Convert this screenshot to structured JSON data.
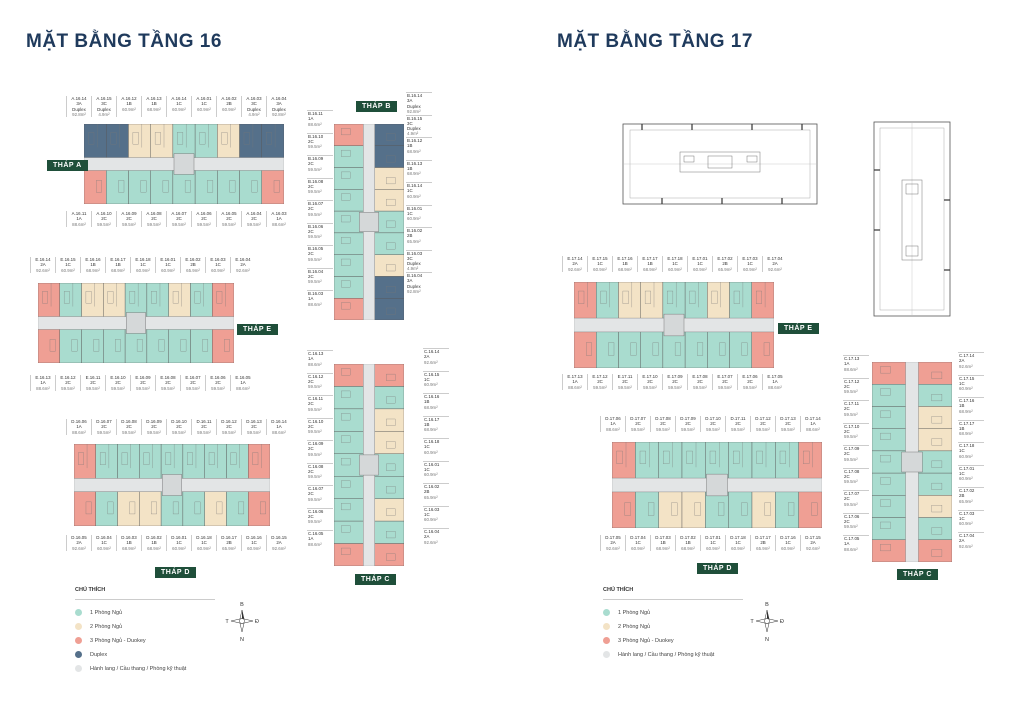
{
  "floor16": {
    "title": "MẶT BẰNG TẦNG 16",
    "towers": {
      "a": "THÁP A",
      "b": "THÁP B",
      "c": "THÁP C",
      "d": "THÁP D",
      "e": "THÁP E"
    },
    "legend": {
      "title": "CHÚ THÍCH",
      "items": [
        {
          "label": "1 Phòng Ngủ",
          "color": "#a9dccf"
        },
        {
          "label": "2 Phòng Ngủ",
          "color": "#f3e3c6"
        },
        {
          "label": "3 Phòng Ngủ - Duokey",
          "color": "#ef9f94"
        },
        {
          "label": "Duplex",
          "color": "#55708a"
        },
        {
          "label": "Hành lang / Cầu thang / Phòng kỹ thuật",
          "color": "#e3e5e6"
        }
      ]
    },
    "compass": {
      "n": "B",
      "s": "N",
      "e": "Đ",
      "w": "T"
    },
    "a_top": [
      {
        "code": "A.16.14",
        "type": "3A",
        "extra": "Duplex",
        "area": "92.8m²"
      },
      {
        "code": "A.16.15",
        "type": "3C",
        "extra": "Duplex",
        "area": "4.9m²"
      },
      {
        "code": "A.16.12",
        "type": "1B",
        "extra": "",
        "area": "60.9m²"
      },
      {
        "code": "A.16.13",
        "type": "1B",
        "extra": "",
        "area": "68.9m²"
      },
      {
        "code": "A.16.14",
        "type": "1C",
        "extra": "",
        "area": "60.9m²"
      },
      {
        "code": "A.16.01",
        "type": "1C",
        "extra": "",
        "area": "60.9m²"
      },
      {
        "code": "A.16.02",
        "type": "2B",
        "extra": "",
        "area": "60.9m²"
      },
      {
        "code": "A.16.03",
        "type": "3C",
        "extra": "Duplex",
        "area": "4.9m²"
      },
      {
        "code": "A.16.04",
        "type": "3A",
        "extra": "Duplex",
        "area": "92.8m²"
      }
    ],
    "a_bottom": [
      {
        "code": "A.16.11",
        "type": "1A",
        "area": "88.6m²"
      },
      {
        "code": "A.16.10",
        "type": "2C",
        "area": "59.5m²"
      },
      {
        "code": "A.16.09",
        "type": "2C",
        "area": "59.5m²"
      },
      {
        "code": "A.16.08",
        "type": "2C",
        "area": "59.5m²"
      },
      {
        "code": "A.16.07",
        "type": "2C",
        "area": "59.5m²"
      },
      {
        "code": "A.16.06",
        "type": "2C",
        "area": "59.5m²"
      },
      {
        "code": "A.16.05",
        "type": "2C",
        "area": "59.5m²"
      },
      {
        "code": "A.16.04",
        "type": "2C",
        "area": "59.5m²"
      },
      {
        "code": "A.16.03",
        "type": "1A",
        "area": "88.6m²"
      }
    ],
    "e_top": [
      {
        "code": "E.16.14",
        "type": "2A",
        "area": "92.6m²"
      },
      {
        "code": "E.16.15",
        "type": "1C",
        "area": "60.9m²"
      },
      {
        "code": "E.16.16",
        "type": "1B",
        "area": "68.9m²"
      },
      {
        "code": "E.16.17",
        "type": "1B",
        "area": "68.9m²"
      },
      {
        "code": "E.16.18",
        "type": "1C",
        "area": "60.9m²"
      },
      {
        "code": "E.16.01",
        "type": "1C",
        "area": "60.9m²"
      },
      {
        "code": "E.16.02",
        "type": "2B",
        "area": "65.9m²"
      },
      {
        "code": "E.16.03",
        "type": "1C",
        "area": "60.9m²"
      },
      {
        "code": "E.16.04",
        "type": "2A",
        "area": "92.6m²"
      }
    ],
    "e_bottom": [
      {
        "code": "E.16.13",
        "type": "1A",
        "area": "88.6m²"
      },
      {
        "code": "E.16.12",
        "type": "2C",
        "area": "59.5m²"
      },
      {
        "code": "E.16.11",
        "type": "2C",
        "area": "59.5m²"
      },
      {
        "code": "E.16.10",
        "type": "2C",
        "area": "59.5m²"
      },
      {
        "code": "E.16.09",
        "type": "2C",
        "area": "59.5m²"
      },
      {
        "code": "E.16.08",
        "type": "2C",
        "area": "59.5m²"
      },
      {
        "code": "E.16.07",
        "type": "2C",
        "area": "59.5m²"
      },
      {
        "code": "E.16.06",
        "type": "2C",
        "area": "59.5m²"
      },
      {
        "code": "E.16.05",
        "type": "1A",
        "area": "88.6m²"
      }
    ],
    "d_top": [
      {
        "code": "D.16.06",
        "type": "1A",
        "area": "88.6m²"
      },
      {
        "code": "D.16.07",
        "type": "2C",
        "area": "59.5m²"
      },
      {
        "code": "D.16.08",
        "type": "2C",
        "area": "59.5m²"
      },
      {
        "code": "D.16.09",
        "type": "2C",
        "area": "59.5m²"
      },
      {
        "code": "D.16.10",
        "type": "2C",
        "area": "59.5m²"
      },
      {
        "code": "D.16.11",
        "type": "2C",
        "area": "59.5m²"
      },
      {
        "code": "D.16.12",
        "type": "2C",
        "area": "59.5m²"
      },
      {
        "code": "D.16.13",
        "type": "2C",
        "area": "59.5m²"
      },
      {
        "code": "D.16.14",
        "type": "1A",
        "area": "88.6m²"
      }
    ],
    "d_bottom": [
      {
        "code": "D.16.05",
        "type": "2A",
        "area": "92.6m²"
      },
      {
        "code": "D.16.04",
        "type": "1C",
        "area": "60.9m²"
      },
      {
        "code": "D.16.03",
        "type": "1B",
        "area": "68.9m²"
      },
      {
        "code": "D.16.02",
        "type": "1B",
        "area": "68.9m²"
      },
      {
        "code": "D.16.01",
        "type": "1C",
        "area": "60.9m²"
      },
      {
        "code": "D.16.18",
        "type": "1C",
        "area": "60.9m²"
      },
      {
        "code": "D.16.17",
        "type": "2B",
        "area": "65.9m²"
      },
      {
        "code": "D.16.16",
        "type": "1C",
        "area": "60.9m²"
      },
      {
        "code": "D.16.15",
        "type": "2A",
        "area": "92.6m²"
      }
    ],
    "b_left": [
      {
        "code": "B.16.11",
        "type": "1A",
        "area": "88.6m²"
      },
      {
        "code": "B.16.10",
        "type": "2C",
        "area": "59.5m²"
      },
      {
        "code": "B.16.09",
        "type": "2C",
        "area": "59.5m²"
      },
      {
        "code": "B.16.08",
        "type": "2C",
        "area": "59.5m²"
      },
      {
        "code": "B.16.07",
        "type": "2C",
        "area": "59.5m²"
      },
      {
        "code": "B.16.06",
        "type": "2C",
        "area": "59.5m²"
      },
      {
        "code": "B.16.05",
        "type": "2C",
        "area": "59.5m²"
      },
      {
        "code": "B.16.04",
        "type": "2C",
        "area": "59.5m²"
      },
      {
        "code": "B.16.03",
        "type": "1A",
        "area": "88.6m²"
      }
    ],
    "b_right": [
      {
        "code": "B.16.14",
        "type": "3A",
        "extra": "Duplex",
        "area": "92.8m²"
      },
      {
        "code": "B.16.15",
        "type": "3C",
        "extra": "Duplex",
        "area": "4.9m²"
      },
      {
        "code": "B.16.12",
        "type": "1B",
        "extra": "",
        "area": "68.9m²"
      },
      {
        "code": "B.16.13",
        "type": "1B",
        "extra": "",
        "area": "68.9m²"
      },
      {
        "code": "B.16.14",
        "type": "1C",
        "extra": "",
        "area": "60.9m²"
      },
      {
        "code": "B.16.01",
        "type": "1C",
        "extra": "",
        "area": "60.9m²"
      },
      {
        "code": "B.16.02",
        "type": "2B",
        "extra": "",
        "area": "65.9m²"
      },
      {
        "code": "B.16.03",
        "type": "3C",
        "extra": "Duplex",
        "area": "4.9m²"
      },
      {
        "code": "B.16.04",
        "type": "3A",
        "extra": "Duplex",
        "area": "92.8m²"
      }
    ],
    "c_left": [
      {
        "code": "C.16.13",
        "type": "1A",
        "area": "88.6m²"
      },
      {
        "code": "C.16.12",
        "type": "2C",
        "area": "59.5m²"
      },
      {
        "code": "C.16.11",
        "type": "2C",
        "area": "59.5m²"
      },
      {
        "code": "C.16.10",
        "type": "2C",
        "area": "59.5m²"
      },
      {
        "code": "C.16.09",
        "type": "2C",
        "area": "59.5m²"
      },
      {
        "code": "C.16.08",
        "type": "2C",
        "area": "59.5m²"
      },
      {
        "code": "C.16.07",
        "type": "2C",
        "area": "59.5m²"
      },
      {
        "code": "C.16.06",
        "type": "2C",
        "area": "59.5m²"
      },
      {
        "code": "C.16.05",
        "type": "1A",
        "area": "88.6m²"
      }
    ],
    "c_right": [
      {
        "code": "C.16.14",
        "type": "2A",
        "area": "92.6m²"
      },
      {
        "code": "C.16.15",
        "type": "1C",
        "area": "60.9m²"
      },
      {
        "code": "C.16.16",
        "type": "1B",
        "area": "68.9m²"
      },
      {
        "code": "C.16.17",
        "type": "1B",
        "area": "68.9m²"
      },
      {
        "code": "C.16.18",
        "type": "1C",
        "area": "60.9m²"
      },
      {
        "code": "C.16.01",
        "type": "1C",
        "area": "60.9m²"
      },
      {
        "code": "C.16.02",
        "type": "2B",
        "area": "65.9m²"
      },
      {
        "code": "C.16.03",
        "type": "1C",
        "area": "60.9m²"
      },
      {
        "code": "C.16.04",
        "type": "2A",
        "area": "92.6m²"
      }
    ]
  },
  "floor17": {
    "title": "MẶT BẰNG TẦNG 17",
    "towers": {
      "c": "THÁP C",
      "d": "THÁP D",
      "e": "THÁP E"
    },
    "legend": {
      "title": "CHÚ THÍCH",
      "items": [
        {
          "label": "1 Phòng Ngủ",
          "color": "#a9dccf"
        },
        {
          "label": "2 Phòng Ngủ",
          "color": "#f3e3c6"
        },
        {
          "label": "3 Phòng Ngủ - Duokey",
          "color": "#ef9f94"
        },
        {
          "label": "Hành lang / Cầu thang / Phòng kỹ thuật",
          "color": "#e3e5e6"
        }
      ]
    },
    "compass": {
      "n": "B",
      "s": "N",
      "e": "Đ",
      "w": "T"
    },
    "e_top": [
      {
        "code": "E.17.14",
        "type": "2A",
        "area": "92.6m²"
      },
      {
        "code": "E.17.15",
        "type": "1C",
        "area": "60.9m²"
      },
      {
        "code": "E.17.16",
        "type": "1B",
        "area": "68.9m²"
      },
      {
        "code": "E.17.17",
        "type": "1B",
        "area": "68.9m²"
      },
      {
        "code": "E.17.18",
        "type": "1C",
        "area": "60.9m²"
      },
      {
        "code": "E.17.01",
        "type": "1C",
        "area": "60.9m²"
      },
      {
        "code": "E.17.02",
        "type": "2B",
        "area": "65.9m²"
      },
      {
        "code": "E.17.03",
        "type": "1C",
        "area": "60.9m²"
      },
      {
        "code": "E.17.04",
        "type": "2A",
        "area": "92.6m²"
      }
    ],
    "e_bottom": [
      {
        "code": "E.17.13",
        "type": "1A",
        "area": "88.6m²"
      },
      {
        "code": "E.17.12",
        "type": "2C",
        "area": "59.5m²"
      },
      {
        "code": "E.17.11",
        "type": "2C",
        "area": "59.5m²"
      },
      {
        "code": "E.17.10",
        "type": "2C",
        "area": "59.5m²"
      },
      {
        "code": "E.17.09",
        "type": "2C",
        "area": "59.5m²"
      },
      {
        "code": "E.17.08",
        "type": "2C",
        "area": "59.5m²"
      },
      {
        "code": "E.17.07",
        "type": "2C",
        "area": "59.5m²"
      },
      {
        "code": "E.17.06",
        "type": "2C",
        "area": "59.5m²"
      },
      {
        "code": "E.17.05",
        "type": "1A",
        "area": "88.6m²"
      }
    ],
    "d_top": [
      {
        "code": "D.17.06",
        "type": "1A",
        "area": "88.6m²"
      },
      {
        "code": "D.17.07",
        "type": "2C",
        "area": "59.5m²"
      },
      {
        "code": "D.17.08",
        "type": "2C",
        "area": "59.5m²"
      },
      {
        "code": "D.17.09",
        "type": "2C",
        "area": "59.5m²"
      },
      {
        "code": "D.17.10",
        "type": "2C",
        "area": "59.5m²"
      },
      {
        "code": "D.17.11",
        "type": "2C",
        "area": "59.5m²"
      },
      {
        "code": "D.17.12",
        "type": "2C",
        "area": "59.5m²"
      },
      {
        "code": "D.17.13",
        "type": "2C",
        "area": "59.5m²"
      },
      {
        "code": "D.17.14",
        "type": "1A",
        "area": "88.6m²"
      }
    ],
    "d_bottom": [
      {
        "code": "D.17.05",
        "type": "2A",
        "area": "92.6m²"
      },
      {
        "code": "D.17.04",
        "type": "1C",
        "area": "60.9m²"
      },
      {
        "code": "D.17.03",
        "type": "1B",
        "area": "68.9m²"
      },
      {
        "code": "D.17.02",
        "type": "1B",
        "area": "68.9m²"
      },
      {
        "code": "D.17.01",
        "type": "1C",
        "area": "60.9m²"
      },
      {
        "code": "D.17.18",
        "type": "1C",
        "area": "60.9m²"
      },
      {
        "code": "D.17.17",
        "type": "2B",
        "area": "65.9m²"
      },
      {
        "code": "D.17.16",
        "type": "1C",
        "area": "60.9m²"
      },
      {
        "code": "D.17.15",
        "type": "2A",
        "area": "92.6m²"
      }
    ],
    "c_left": [
      {
        "code": "C.17.13",
        "type": "1A",
        "area": "88.6m²"
      },
      {
        "code": "C.17.12",
        "type": "2C",
        "area": "59.5m²"
      },
      {
        "code": "C.17.11",
        "type": "2C",
        "area": "59.5m²"
      },
      {
        "code": "C.17.10",
        "type": "2C",
        "area": "59.5m²"
      },
      {
        "code": "C.17.09",
        "type": "2C",
        "area": "59.5m²"
      },
      {
        "code": "C.17.08",
        "type": "2C",
        "area": "59.5m²"
      },
      {
        "code": "C.17.07",
        "type": "2C",
        "area": "59.5m²"
      },
      {
        "code": "C.17.06",
        "type": "2C",
        "area": "59.5m²"
      },
      {
        "code": "C.17.05",
        "type": "1A",
        "area": "88.6m²"
      }
    ],
    "c_right": [
      {
        "code": "C.17.14",
        "type": "2A",
        "area": "92.6m²"
      },
      {
        "code": "C.17.15",
        "type": "1C",
        "area": "60.9m²"
      },
      {
        "code": "C.17.16",
        "type": "1B",
        "area": "68.9m²"
      },
      {
        "code": "C.17.17",
        "type": "1B",
        "area": "68.9m²"
      },
      {
        "code": "C.17.18",
        "type": "1C",
        "area": "60.9m²"
      },
      {
        "code": "C.17.01",
        "type": "1C",
        "area": "60.9m²"
      },
      {
        "code": "C.17.02",
        "type": "2B",
        "area": "65.9m²"
      },
      {
        "code": "C.17.03",
        "type": "1C",
        "area": "60.9m²"
      },
      {
        "code": "C.17.04",
        "type": "2A",
        "area": "92.6m²"
      }
    ]
  }
}
